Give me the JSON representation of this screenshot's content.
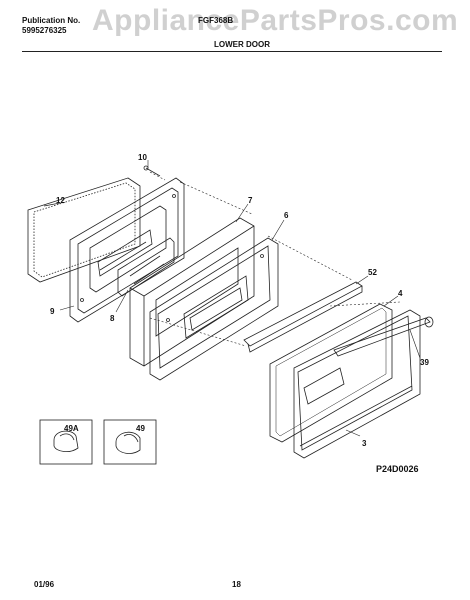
{
  "header": {
    "publication_label": "Publication No.",
    "publication_number": "5995276325",
    "model": "FGF368B",
    "section_title": "LOWER DOOR"
  },
  "watermark": "AppliancePartsPros.com",
  "callouts": {
    "c10": "10",
    "c12": "12",
    "c7": "7",
    "c6": "6",
    "c9": "9",
    "c8": "8",
    "c52": "52",
    "c4": "4",
    "c39": "39",
    "c3": "3",
    "c49a": "49A",
    "c49": "49"
  },
  "figure_code": "P24D0026",
  "footer": {
    "date": "01/96",
    "page": "18"
  }
}
